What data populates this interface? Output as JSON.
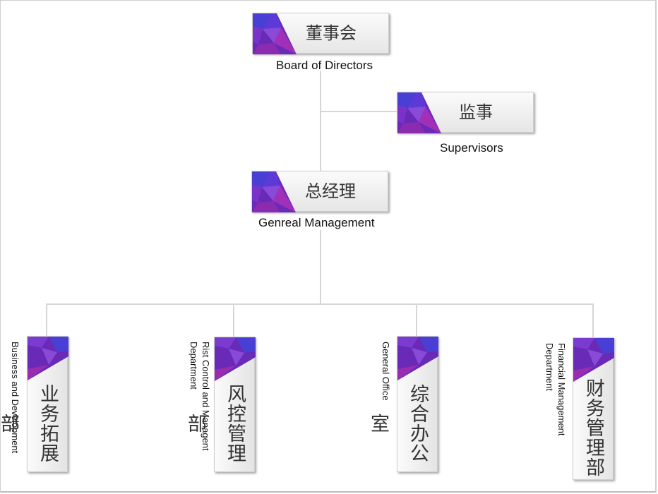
{
  "board": {
    "zh": "董事会",
    "en": "Board of Directors"
  },
  "supervisors": {
    "zh": "监事",
    "en": "Supervisors"
  },
  "gm": {
    "zh": "总经理",
    "en": "Genreal Management"
  },
  "departments": [
    {
      "zh": "业务拓展部",
      "en": "Business and Development"
    },
    {
      "zh": "风控管理部",
      "en": "Rist Control and Managent Department"
    },
    {
      "zh": "综合办公室",
      "en": "General Office"
    },
    {
      "zh": "财务管理部",
      "en": "Financial Management Department"
    }
  ],
  "colors": {
    "line": "#d6d6d6",
    "purple": "#7b2fc0",
    "blue": "#4d43d6",
    "magenta": "#9a2cb0"
  }
}
